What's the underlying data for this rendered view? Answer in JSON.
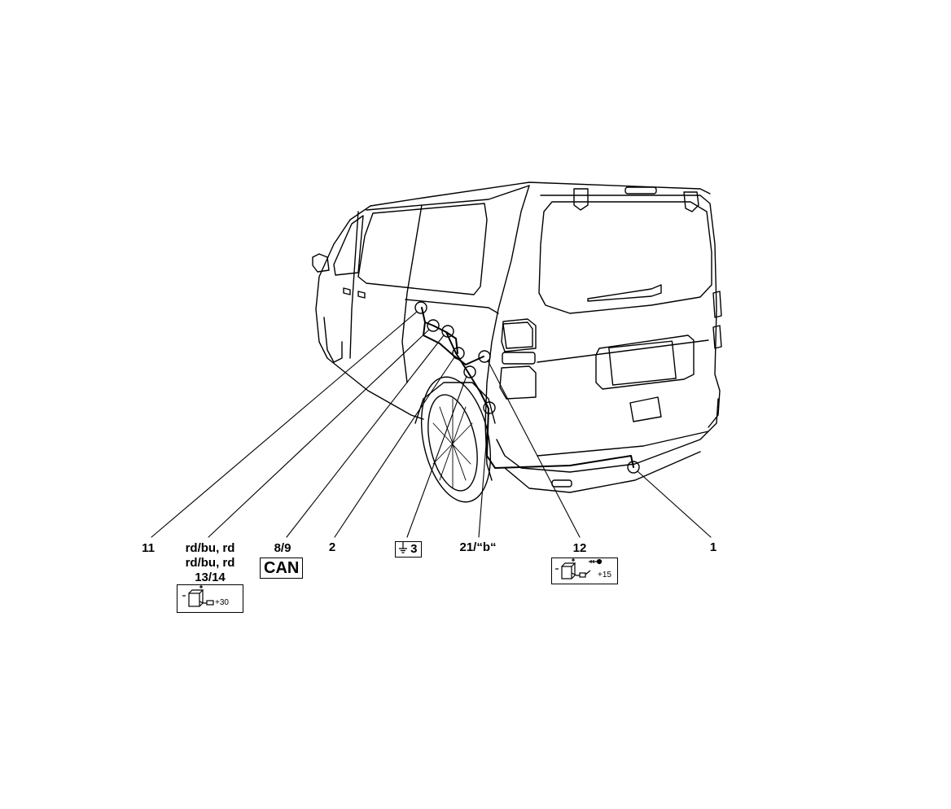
{
  "callouts": {
    "c11": "11",
    "c_rdbu_1": "rd/bu, rd",
    "c_rdbu_2": "rd/bu, rd",
    "c_13_14": "13/14",
    "c_8_9": "8/9",
    "can_badge": "CAN",
    "c2": "2",
    "ground_num": "3",
    "c21": "21/“b“",
    "c12": "12",
    "c1": "1"
  },
  "terminals": {
    "battery_30": "+30",
    "ignition_15": "+15"
  },
  "icons": {
    "battery_permanent": "battery-icon",
    "battery_ignition": "battery-key-icon",
    "ground": "ground-icon"
  }
}
